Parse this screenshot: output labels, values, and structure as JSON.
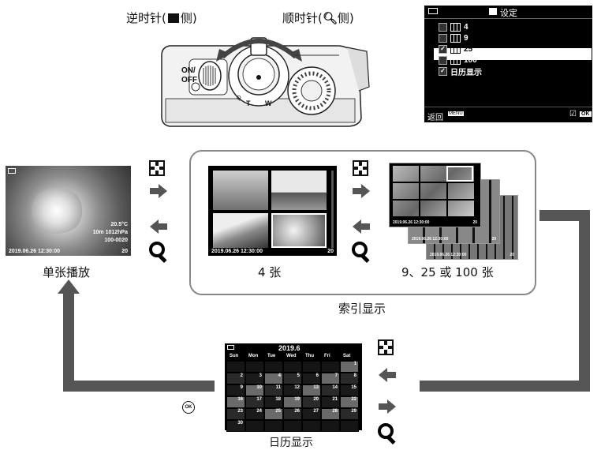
{
  "top": {
    "ccw_label": "逆时针(",
    "ccw_label_end": "侧)",
    "cw_label": "顺时针(",
    "cw_label_end": "侧)"
  },
  "camera": {
    "power_label": "ON/\nOFF",
    "t_label": "T",
    "w_label": "W"
  },
  "menu": {
    "title": "设定",
    "items": [
      {
        "label": "4",
        "checked": false
      },
      {
        "label": "9",
        "checked": false
      },
      {
        "label": "25",
        "checked": true
      },
      {
        "label": "100",
        "checked": false
      },
      {
        "label": "日历显示",
        "checked": true
      }
    ],
    "back_label": "返回",
    "menu_key": "MENU",
    "ok_key": "OK"
  },
  "single": {
    "caption": "单张播放",
    "timestamp": "2019.06.26 12:30:00",
    "frame": "20",
    "info": [
      "20.5°C",
      "10m 1012hPa",
      "100-0020"
    ]
  },
  "index": {
    "caption": "索引显示",
    "four_caption": "4 张",
    "multi_caption": "9、25 或 100 张",
    "timestamp": "2019.06.26 12:30:00",
    "frame": "20"
  },
  "calendar": {
    "caption": "日历显示",
    "month": "2019.6",
    "weekdays": [
      "Sun",
      "Mon",
      "Tue",
      "Wed",
      "Thu",
      "Fri",
      "Sat"
    ],
    "weeks": [
      [
        "",
        "",
        "",
        "",
        "",
        "",
        "1"
      ],
      [
        "2",
        "3",
        "4",
        "5",
        "6",
        "7",
        "8"
      ],
      [
        "9",
        "10",
        "11",
        "12",
        "13",
        "14",
        "15"
      ],
      [
        "16",
        "17",
        "18",
        "19",
        "20",
        "21",
        "22"
      ],
      [
        "23",
        "24",
        "25",
        "26",
        "27",
        "28",
        "29"
      ],
      [
        "30",
        "",
        "",
        "",
        "",
        "",
        ""
      ]
    ]
  },
  "ok_button": "OK",
  "colors": {
    "flow": "#555555",
    "highlight": "#ffffff",
    "screen": "#000000"
  }
}
